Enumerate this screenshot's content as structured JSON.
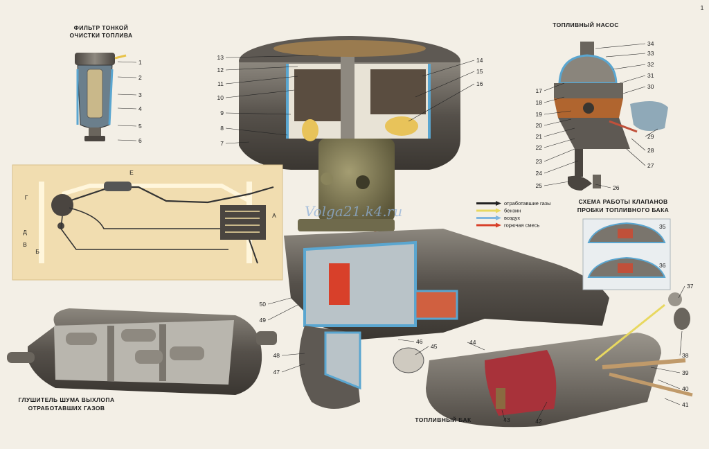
{
  "page_number": "1",
  "titles": {
    "fuel_filter": [
      "ФИЛЬТР ТОНКОЙ",
      "ОЧИСТКИ ТОПЛИВА"
    ],
    "fuel_pump": "ТОПЛИВНЫЙ НАСОС",
    "valve_scheme": [
      "СХЕМА РАБОТЫ КЛАПАНОВ",
      "ПРОБКИ ТОПЛИВНОГО БАКА"
    ],
    "muffler": [
      "ГЛУШИТЕЛЬ ШУМА ВЫХЛОПА",
      "ОТРАБОТАВШИХ ГАЗОВ"
    ],
    "fuel_tank": "ТОПЛИВНЫЙ БАК"
  },
  "watermark": "Volga21.k4.ru",
  "legend": [
    {
      "label": "отработавшие газы",
      "color": "#222222"
    },
    {
      "label": "бензин",
      "color": "#e8d860"
    },
    {
      "label": "воздух",
      "color": "#7fb6e0"
    },
    {
      "label": "горючая смесь",
      "color": "#d8402a"
    }
  ],
  "inset_labels": [
    "Е",
    "Г",
    "Д",
    "В",
    "Б",
    "А"
  ],
  "callouts": {
    "filter": [
      "1",
      "2",
      "3",
      "4",
      "5",
      "6"
    ],
    "aircleaner": [
      "13",
      "12",
      "11",
      "10",
      "9",
      "8",
      "7",
      "14",
      "15",
      "16"
    ],
    "pump": [
      "34",
      "33",
      "32",
      "31",
      "30",
      "17",
      "18",
      "19",
      "20",
      "21",
      "22",
      "23",
      "24",
      "25",
      "26",
      "27",
      "28",
      "29"
    ],
    "valves": [
      "35",
      "36"
    ],
    "tank": [
      "37",
      "38",
      "39",
      "40",
      "41",
      "42",
      "43",
      "44"
    ],
    "manifold": [
      "45",
      "46",
      "47",
      "48",
      "49",
      "50"
    ]
  },
  "colors": {
    "paper": "#f3efe6",
    "metal_dark": "#55504a",
    "metal_mid": "#8a857c",
    "coolant_blue": "#5aa6d0",
    "inset_bg": "#f1ddb0",
    "tank_red": "#a8323a",
    "carb_olive": "#7a7450"
  }
}
